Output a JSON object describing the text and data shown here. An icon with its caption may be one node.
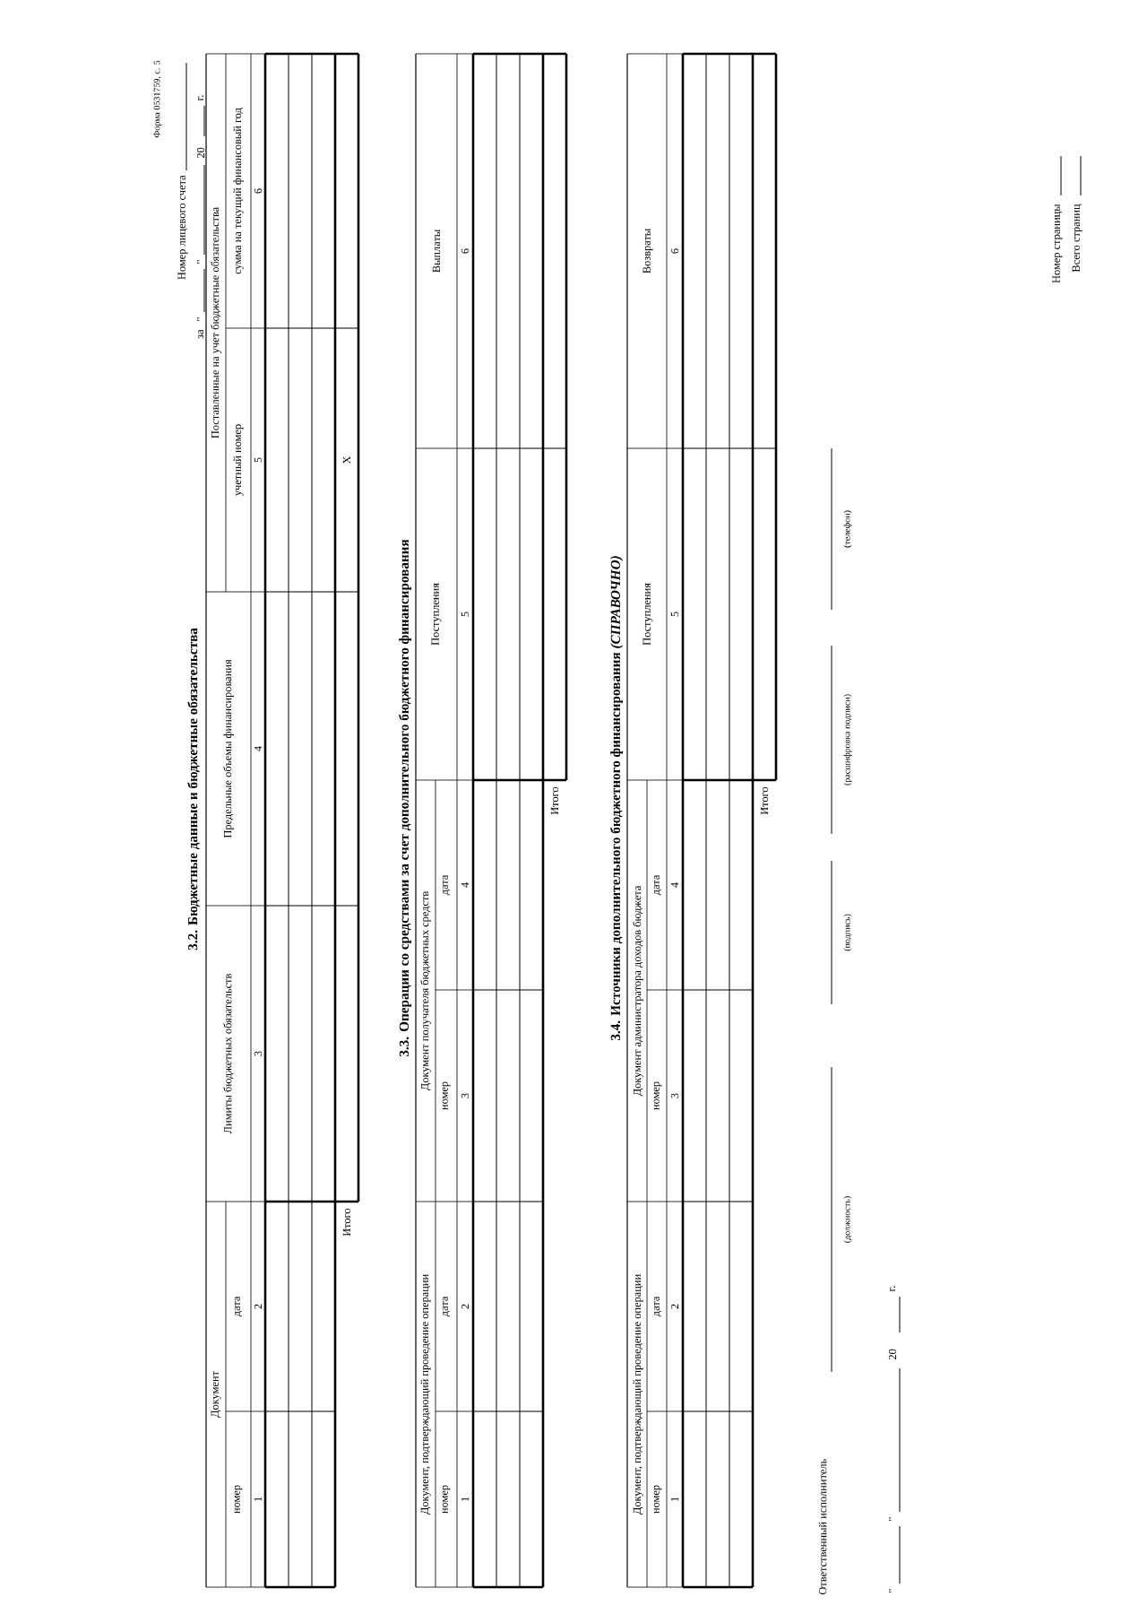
{
  "diagram": {
    "labels": [
      "Форма 0531759, с. 5",
      "Номер лицевого счета",
      "за",
      "\"",
      "\"",
      "20",
      "г.",
      "3.2. Бюджетные данные и бюджетные обязательства",
      "Документ",
      "Лимиты бюджетных обязательств",
      "Предельные объемы финансирования",
      "Поставленные на учет бюджетные обязательства",
      "номер",
      "дата",
      "учетный номер",
      "сумма на текущий финансовый год",
      "1",
      "2",
      "3",
      "4",
      "5",
      "6",
      "Итого",
      "X",
      "3.3. Операции со средствами за счет дополнительного бюджетного финансирования",
      "Документ, подтверждающий проведение операции",
      "Документ получателя бюджетных средств",
      "Поступления",
      "Выплаты",
      "номер",
      "дата",
      "номер",
      "дата",
      "1",
      "2",
      "3",
      "4",
      "5",
      "6",
      "Итого",
      "3.4. Источники дополнительного бюджетного финансирования *(СПРАВОЧНО)*",
      "Документ, подтверждающий проведение операции",
      "Документ администратора доходов бюджета",
      "Поступления",
      "Возвраты",
      "номер",
      "дата",
      "номер",
      "дата",
      "1",
      "2",
      "3",
      "4",
      "5",
      "6",
      "Итого",
      "Ответственный исполнитель",
      "(должность)",
      "(подпись)",
      "(расшифровка подписи)",
      "(телефон)",
      "\"",
      "\"",
      "20",
      "г.",
      "Номер страницы",
      "Всего страниц"
    ]
  }
}
